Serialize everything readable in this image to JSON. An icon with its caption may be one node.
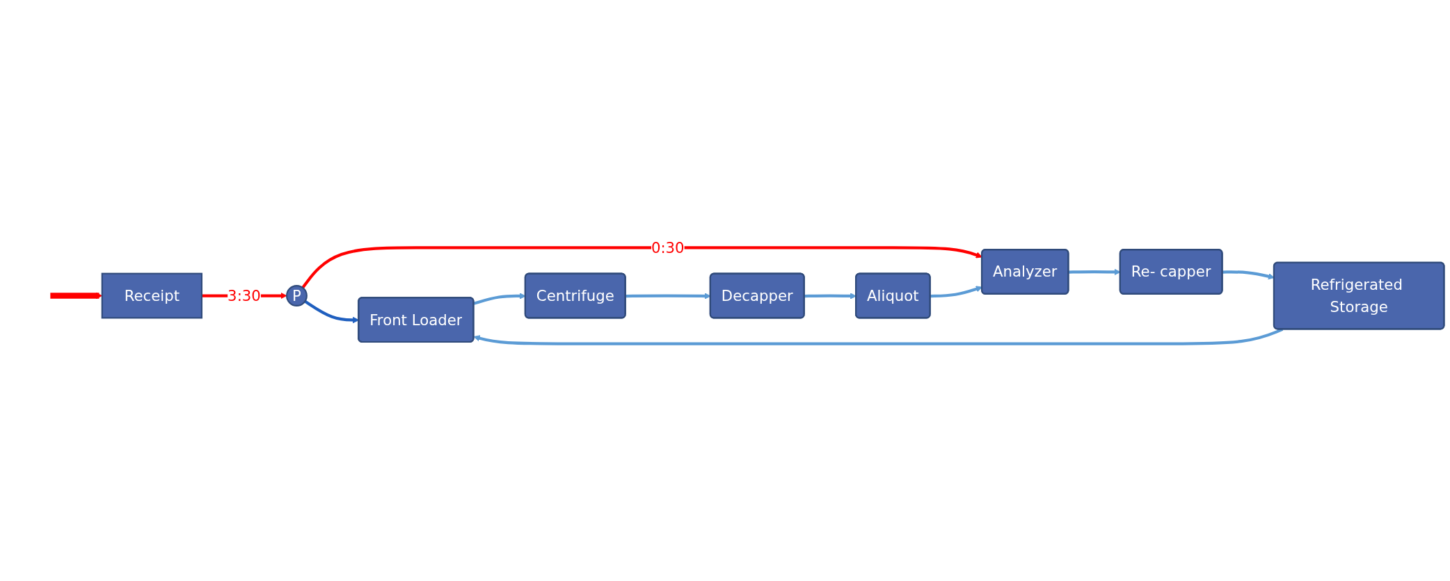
{
  "diagram": {
    "nodes": [
      {
        "text": [
          "Receipt"
        ]
      },
      {
        "text": [
          "P"
        ]
      },
      {
        "text": [
          "Refrigerated Storage"
        ]
      },
      {
        "text": [
          "Re- capper"
        ]
      },
      {
        "text": [
          "Front Loader"
        ]
      },
      {
        "text": [
          "Analyzer"
        ]
      },
      {
        "text": [
          "Centrifuge"
        ]
      },
      {
        "text": [
          "Decapper"
        ]
      },
      {
        "text": [
          "Aliquot"
        ]
      }
    ],
    "edges": [
      {
        "from": null,
        "to": 0,
        "arrow": "to",
        "style": "thick",
        "color": "#ff0000"
      },
      {
        "from": 0,
        "to": 1,
        "arrow": "to",
        "label": "3:30",
        "color": "#ff0000"
      },
      {
        "from": 1,
        "to": 4,
        "arrow": "to",
        "color": "#1f5fbf"
      },
      {
        "from": 1,
        "to": 5,
        "arrow": "to",
        "label": "0:30",
        "color": "#ff0000"
      },
      {
        "from": 2,
        "to": 4,
        "arrow": "to"
      },
      {
        "from": 3,
        "to": 2,
        "arrow": "to"
      },
      {
        "from": 5,
        "to": 3,
        "arrow": "to"
      },
      {
        "from": 4,
        "to": 6,
        "arrow": "to"
      },
      {
        "from": 6,
        "to": 7,
        "arrow": "to"
      },
      {
        "from": 7,
        "to": 8,
        "arrow": "to"
      },
      {
        "from": 8,
        "to": 5,
        "arrow": "to"
      }
    ]
  }
}
